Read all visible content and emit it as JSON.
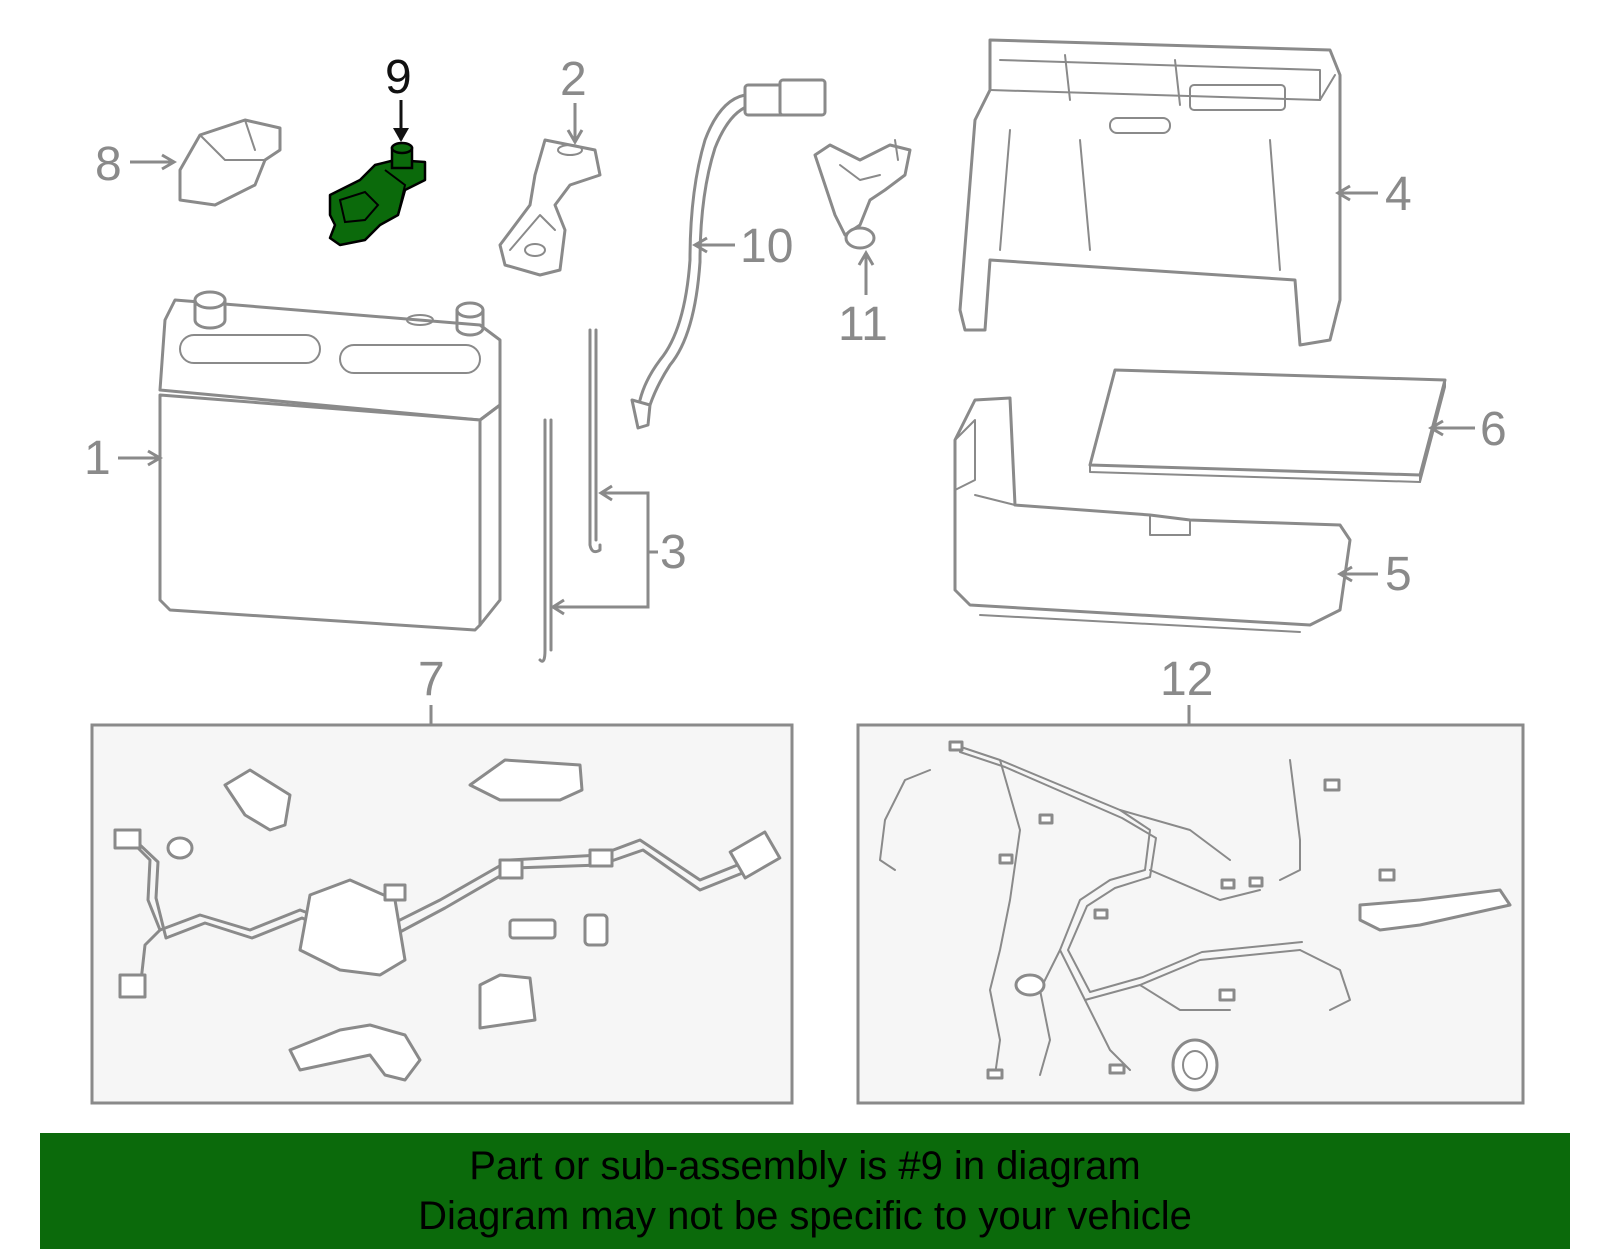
{
  "callouts": {
    "c1": "1",
    "c2": "2",
    "c3": "3",
    "c4": "4",
    "c5": "5",
    "c6": "6",
    "c7": "7",
    "c8": "8",
    "c9": "9",
    "c10": "10",
    "c11": "11",
    "c12": "12"
  },
  "highlight": {
    "part": "9",
    "color": "#0b6a0b"
  },
  "banner": {
    "line1": "Part or sub-assembly is #9 in diagram",
    "line2": "Diagram may not be specific to your vehicle"
  }
}
